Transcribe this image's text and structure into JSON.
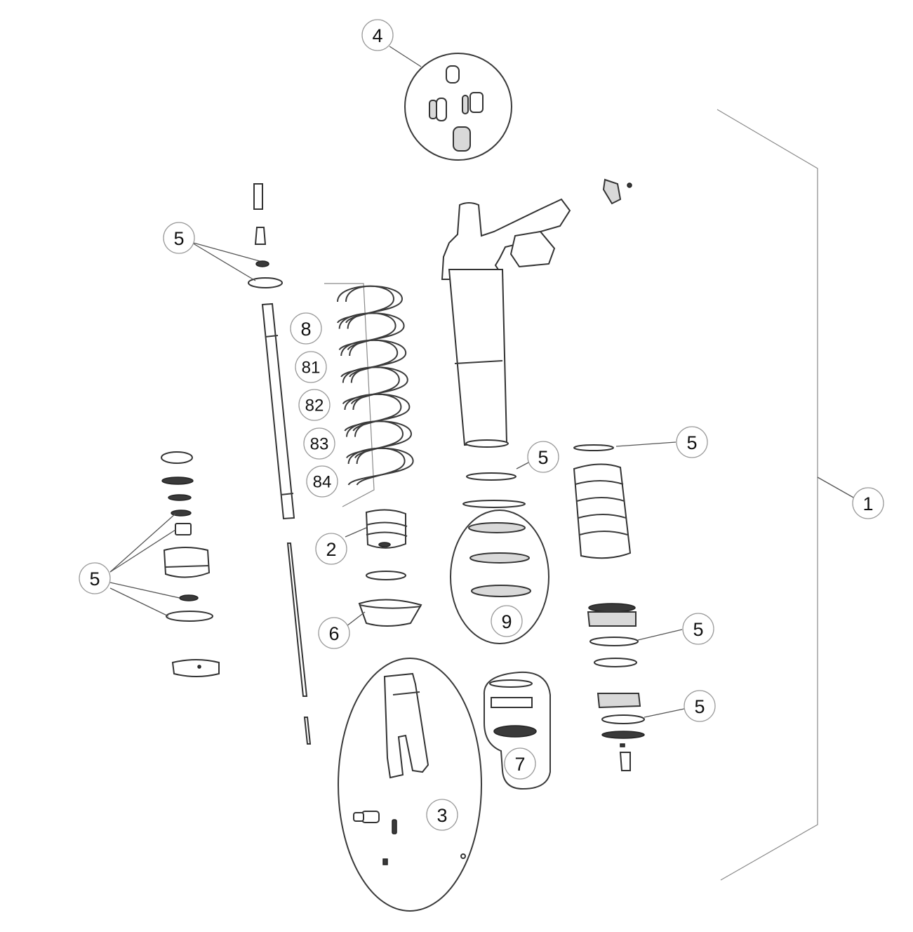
{
  "callouts": {
    "c4": "4",
    "c5_top_left": "5",
    "c8": "8",
    "c81": "81",
    "c82": "82",
    "c83": "83",
    "c84": "84",
    "c2": "2",
    "c6": "6",
    "c3": "3",
    "c7": "7",
    "c9": "9",
    "c5_mid": "5",
    "c5_right_top": "5",
    "c5_left": "5",
    "c5_right_mid": "5",
    "c5_right_low": "5",
    "c1": "1"
  }
}
